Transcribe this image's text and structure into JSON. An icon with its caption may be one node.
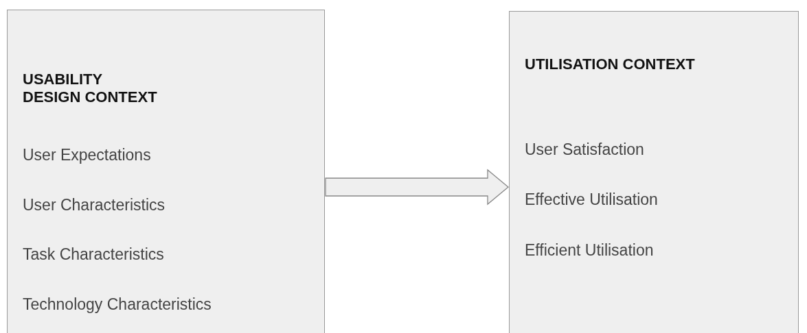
{
  "diagram": {
    "nodes": [
      {
        "text": [
          "USABILITY DESIGN CONTEXT",
          "User Expectations",
          "User Characteristics",
          "Task Characteristics",
          "Technology Characteristics"
        ]
      },
      {
        "text": [
          "UTILISATION CONTEXT",
          "User Satisfaction",
          "Effective Utilisation",
          "Efficient Utilisation"
        ]
      }
    ],
    "edges": [
      {
        "from": 0,
        "to": 1,
        "arrow": "to"
      }
    ]
  }
}
